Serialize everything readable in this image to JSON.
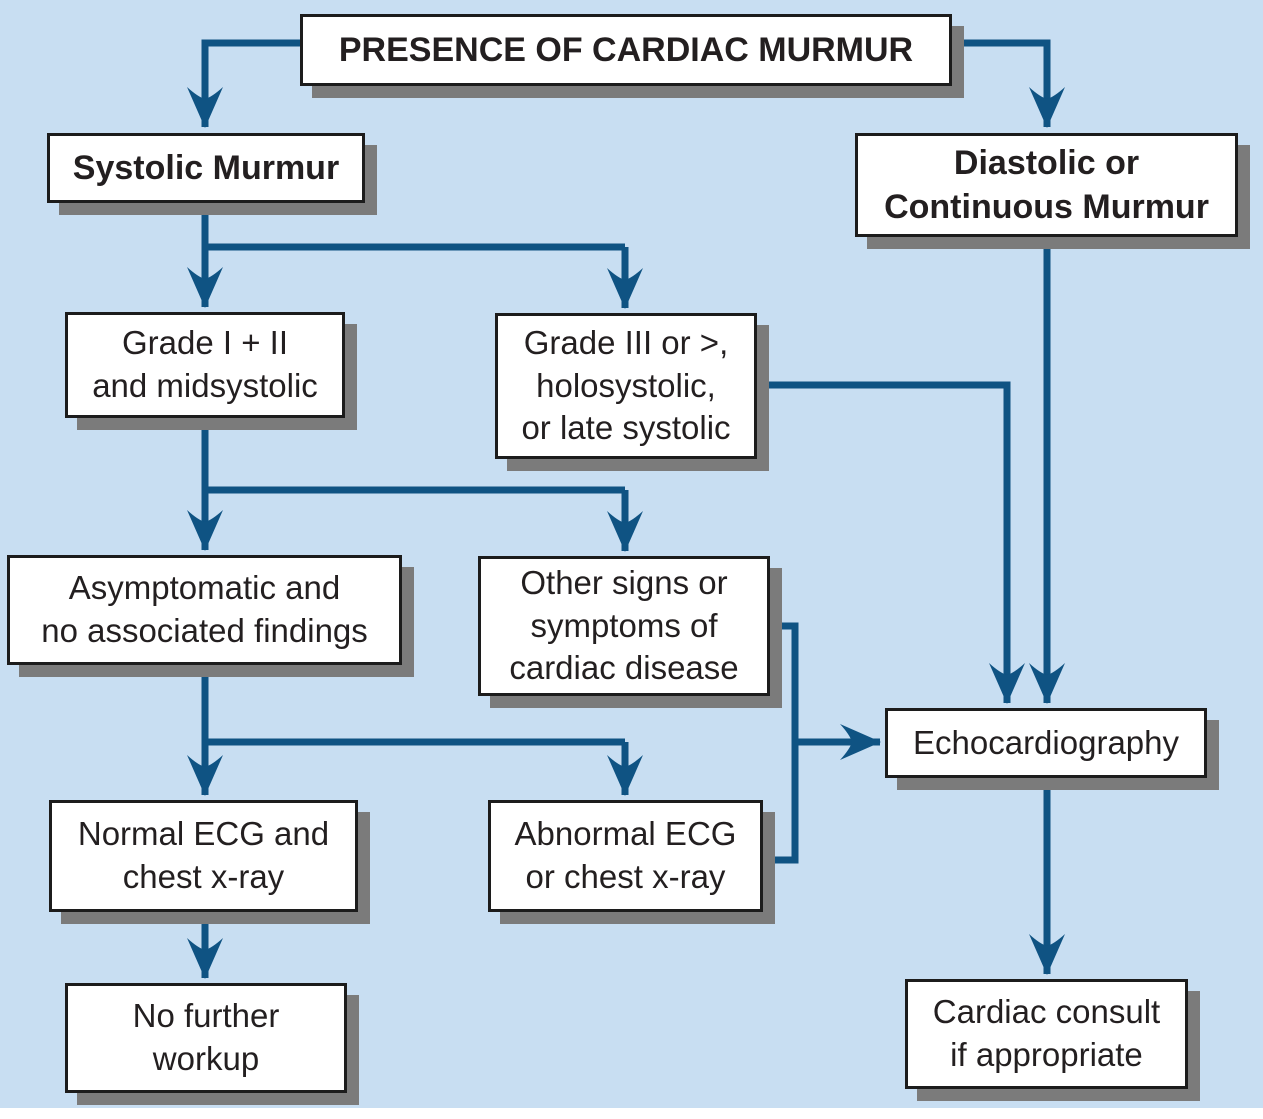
{
  "title": "PRESENCE OF CARDIAC MURMUR",
  "colors": {
    "background": "#c8def2",
    "line": "#0f5383",
    "box_fill": "#ffffff",
    "box_border": "#1c1c1c",
    "shadow": "#7b7b7b",
    "text": "#231f20"
  },
  "nodes": {
    "presence": {
      "label": "PRESENCE OF CARDIAC MURMUR",
      "emphasis": "bold"
    },
    "systolic": {
      "label": "Systolic Murmur",
      "emphasis": "bold"
    },
    "diastolic": {
      "label": "Diastolic or\nContinuous Murmur",
      "emphasis": "bold"
    },
    "grade12": {
      "label": "Grade I + II\nand midsystolic",
      "emphasis": "regular"
    },
    "grade3": {
      "label": "Grade III or >,\nholosystolic,\nor late systolic",
      "emphasis": "regular"
    },
    "asymptomatic": {
      "label": "Asymptomatic and\nno associated findings",
      "emphasis": "regular"
    },
    "other_signs": {
      "label": "Other signs or\nsymptoms of\ncardiac disease",
      "emphasis": "regular"
    },
    "echo": {
      "label": "Echocardiography",
      "emphasis": "regular"
    },
    "normal_ecg": {
      "label": "Normal ECG and\nchest x-ray",
      "emphasis": "regular"
    },
    "abnormal_ecg": {
      "label": "Abnormal ECG\nor chest x-ray",
      "emphasis": "regular"
    },
    "no_further": {
      "label": "No further\nworkup",
      "emphasis": "regular"
    },
    "cardiac_consult": {
      "label": "Cardiac consult\nif appropriate",
      "emphasis": "regular"
    }
  },
  "edges": [
    {
      "from": "presence",
      "to": "systolic"
    },
    {
      "from": "presence",
      "to": "diastolic"
    },
    {
      "from": "systolic",
      "to": "grade12"
    },
    {
      "from": "systolic",
      "to": "grade3"
    },
    {
      "from": "grade12",
      "to": "asymptomatic"
    },
    {
      "from": "grade12",
      "to": "other_signs"
    },
    {
      "from": "asymptomatic",
      "to": "normal_ecg"
    },
    {
      "from": "asymptomatic",
      "to": "abnormal_ecg"
    },
    {
      "from": "normal_ecg",
      "to": "no_further"
    },
    {
      "from": "other_signs",
      "to": "echo"
    },
    {
      "from": "abnormal_ecg",
      "to": "echo"
    },
    {
      "from": "grade3",
      "to": "echo"
    },
    {
      "from": "diastolic",
      "to": "echo"
    },
    {
      "from": "echo",
      "to": "cardiac_consult"
    }
  ]
}
